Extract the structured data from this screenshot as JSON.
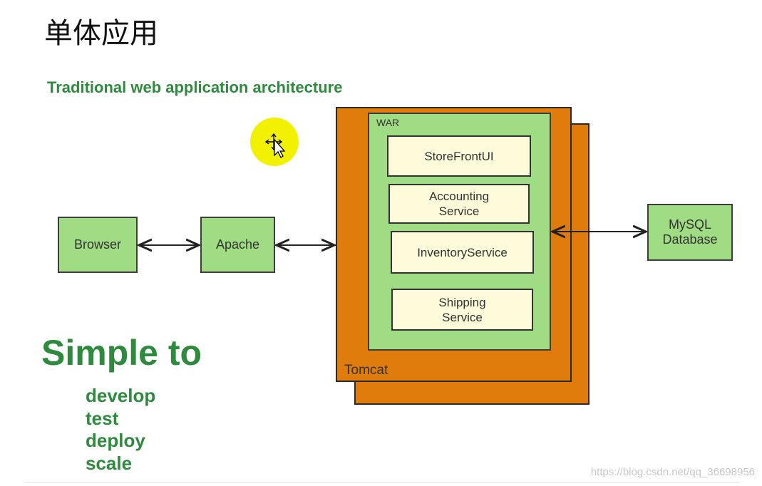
{
  "title": "单体应用",
  "subtitle": "Traditional web application architecture",
  "nodes": {
    "browser": "Browser",
    "apache": "Apache",
    "mysql": [
      "MySQL",
      "Database"
    ],
    "tomcat": "Tomcat",
    "war": "WAR",
    "services": {
      "storefront": [
        "StoreFrontUI"
      ],
      "accounting": [
        "Accounting",
        "Service"
      ],
      "inventory": [
        "InventoryService"
      ],
      "shipping": [
        "Shipping",
        "Service"
      ]
    }
  },
  "simple": {
    "heading": "Simple to",
    "items": [
      "develop",
      "test",
      "deploy",
      "scale"
    ]
  },
  "watermark": "https://blog.csdn.net/qq_36698956",
  "colors": {
    "green_text": "#2e8b3e",
    "box_green": "#9fdc84",
    "tomcat_orange": "#e07c0b",
    "service_fill": "#fdfbd9",
    "cursor_highlight": "#f2f200"
  },
  "icons": {
    "cursor": "move-cursor-icon"
  }
}
